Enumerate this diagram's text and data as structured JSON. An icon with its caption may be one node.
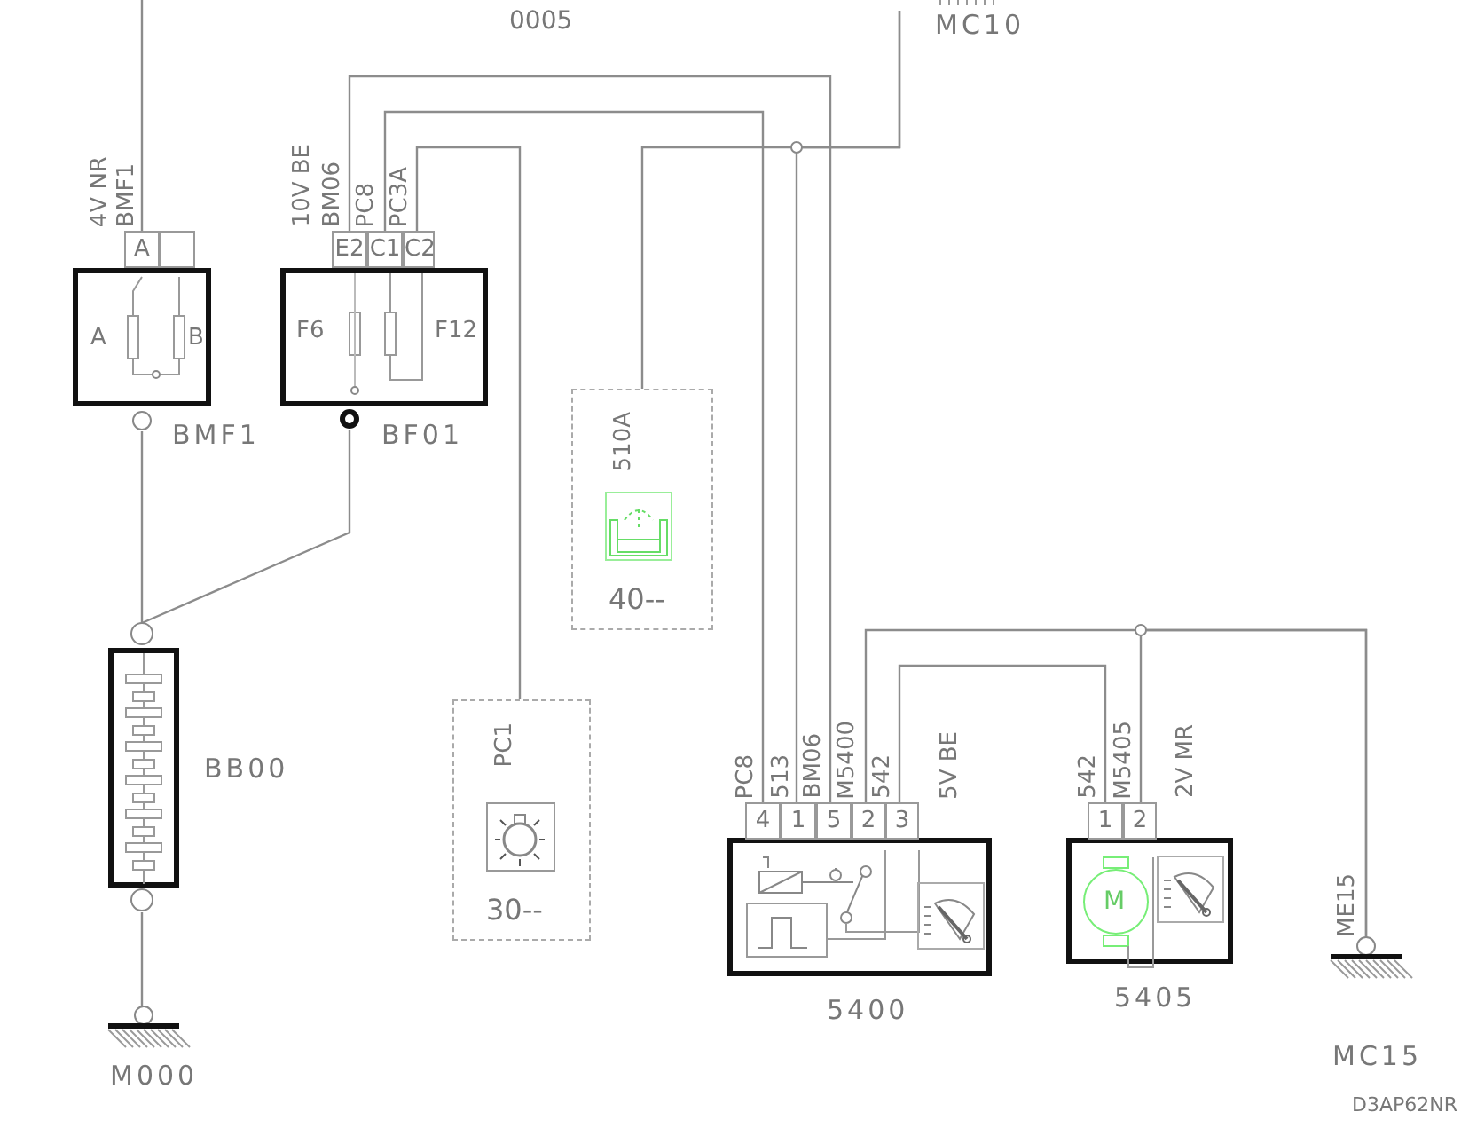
{
  "diagram": {
    "nodes": [
      {
        "text": [
          "A",
          "B"
        ],
        "beside": [
          "BMF1"
        ]
      },
      {
        "text": [
          "F6",
          "F12"
        ],
        "beside": [
          "BF01"
        ]
      },
      {
        "text": [
          "510A",
          "40--"
        ]
      },
      {
        "text": [],
        "shape": "box",
        "beside": [
          "BB00"
        ]
      },
      {
        "text": [
          "PC1",
          "30--"
        ]
      },
      {
        "text": [],
        "shape": "box",
        "beside": [
          "5400"
        ]
      },
      {
        "text": [
          "M"
        ],
        "beside": [
          "5405"
        ]
      },
      {
        "text": [],
        "shape": "bar",
        "beside": [
          "M000"
        ]
      },
      {
        "text": [],
        "shape": "bar",
        "beside": [
          "MC15"
        ]
      },
      {
        "text": [],
        "shape": "bar",
        "beside": [
          "MC10"
        ]
      }
    ],
    "edges": [
      {
        "from": null,
        "to": 0,
        "arrow": "none"
      },
      {
        "from": 0,
        "to": 3,
        "arrow": "none"
      },
      {
        "from": 1,
        "to": 3,
        "arrow": "none"
      },
      {
        "from": 3,
        "to": 7,
        "arrow": "none"
      },
      {
        "from": 1,
        "to": 5,
        "arrow": "none"
      },
      {
        "from": 1,
        "to": 5,
        "arrow": "none"
      },
      {
        "from": 1,
        "to": 4,
        "arrow": "none"
      },
      {
        "from": 9,
        "to": 2,
        "arrow": "none"
      },
      {
        "from": 9,
        "to": 5,
        "arrow": "none"
      },
      {
        "from": 5,
        "to": 8,
        "arrow": "none"
      },
      {
        "from": 6,
        "to": 8,
        "arrow": "none"
      },
      {
        "from": 5,
        "to": 6,
        "arrow": "none"
      }
    ],
    "labels": [
      "0005",
      "4V NR",
      "BMF1",
      "10V BE",
      "BM06",
      "PC8",
      "PC3A",
      "A",
      "E2",
      "C1",
      "C2",
      "PC8",
      "513",
      "BM06",
      "M5400",
      "542",
      "5V BE",
      "542",
      "M5405",
      "2V MR",
      "4",
      "1",
      "5",
      "2",
      "3",
      "1",
      "2",
      "ME15",
      "D3AP62NR"
    ]
  }
}
